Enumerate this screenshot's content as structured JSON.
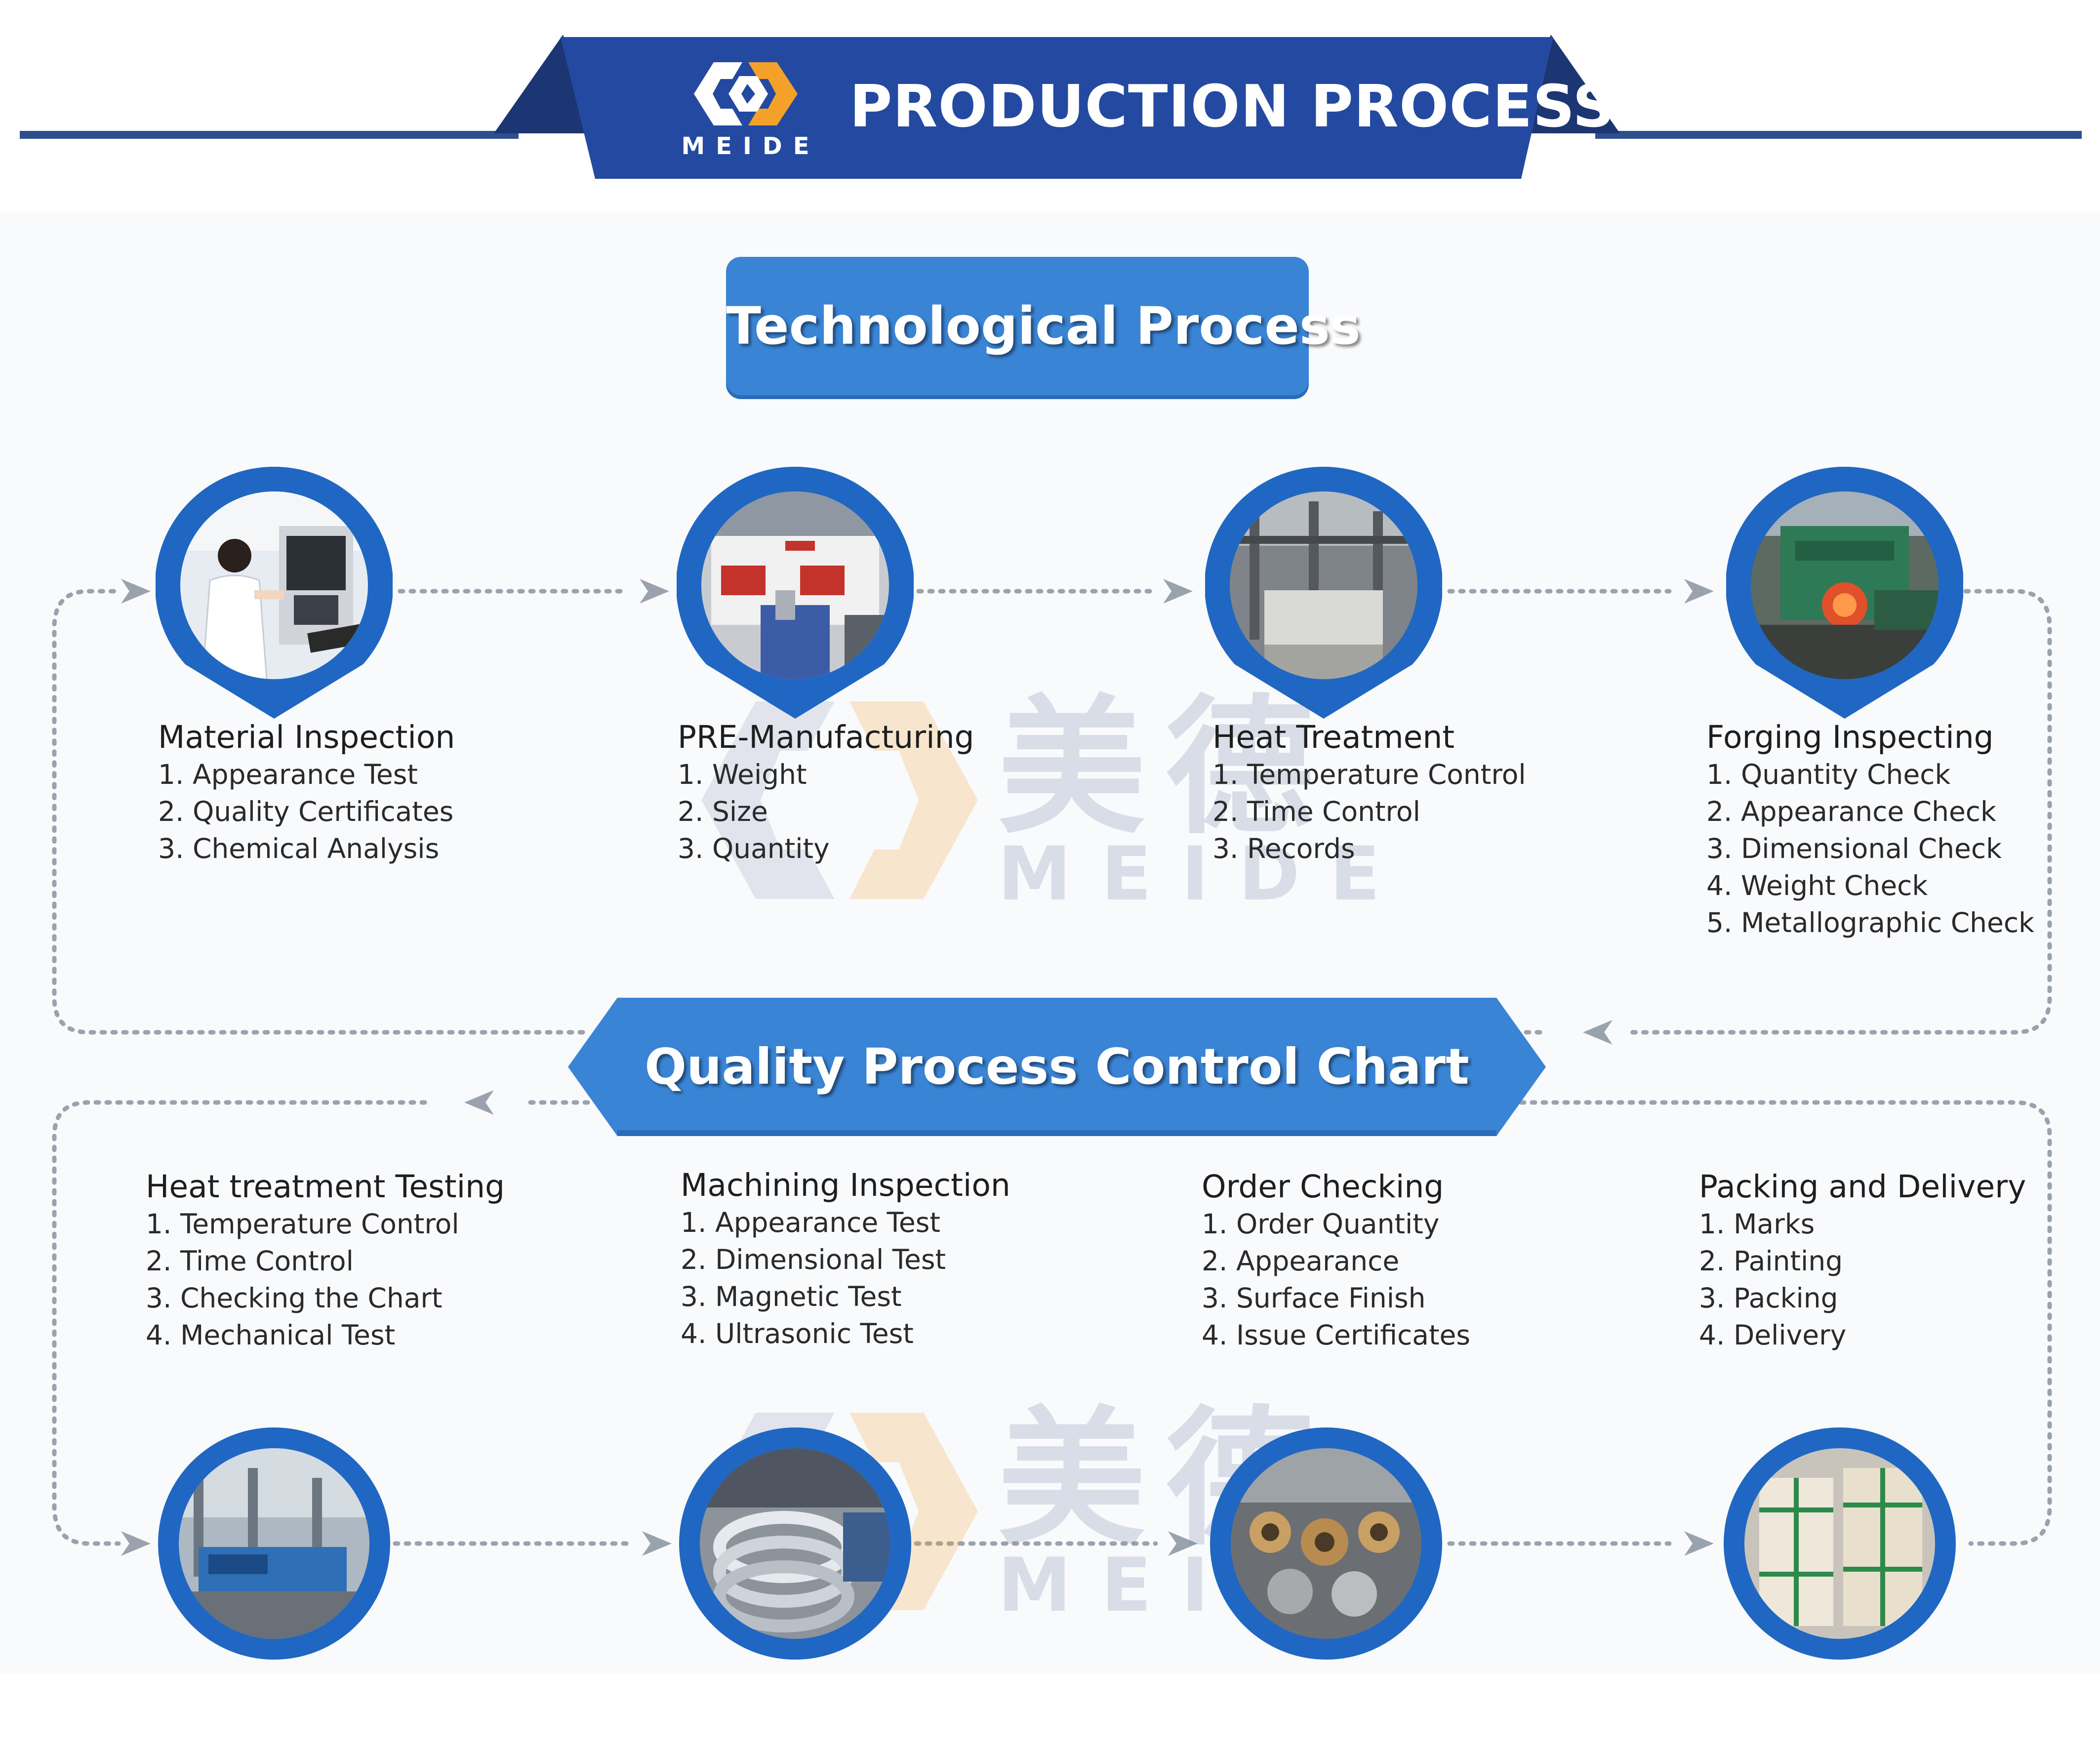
{
  "brand": {
    "name": "MEIDE",
    "watermark_cn": "美德",
    "watermark_en": "MEIDE"
  },
  "header": {
    "title": "PRODUCTION  PROCESSES"
  },
  "sections": {
    "technological": "Technological Process",
    "quality": "Quality Process Control Chart"
  },
  "top_steps": [
    {
      "title": "Material Inspection",
      "items": [
        "1. Appearance Test",
        "2. Quality Certificates",
        "3. Chemical Analysis"
      ],
      "photo": "laboratory-photo-icon"
    },
    {
      "title": "PRE-Manufacturing",
      "items": [
        "1. Weight",
        "2. Size",
        "3. Quantity"
      ],
      "photo": "cutting-machine-photo-icon"
    },
    {
      "title": "Heat Treatment",
      "items": [
        "1. Temperature Control",
        "2. Time Control",
        "3. Records"
      ],
      "photo": "furnace-photo-icon"
    },
    {
      "title": "Forging Inspecting",
      "items": [
        "1. Quantity Check",
        "2. Appearance Check",
        "3. Dimensional Check",
        "4. Weight Check",
        "5. Metallographic Check"
      ],
      "photo": "forging-press-photo-icon"
    }
  ],
  "bottom_steps": [
    {
      "title": "Heat treatment Testing",
      "items": [
        "1. Temperature Control",
        "2. Time Control",
        "3. Checking the Chart",
        "4. Mechanical Test"
      ],
      "photo": "testing-machine-photo-icon"
    },
    {
      "title": "Machining Inspection",
      "items": [
        "1. Appearance Test",
        "2. Dimensional Test",
        "3. Magnetic Test",
        "4. Ultrasonic Test"
      ],
      "photo": "machined-rings-photo-icon"
    },
    {
      "title": "Order Checking",
      "items": [
        "1. Order Quantity",
        "2. Appearance",
        "3. Surface Finish",
        "4. Issue Certificates"
      ],
      "photo": "finished-parts-photo-icon"
    },
    {
      "title": "Packing and Delivery",
      "items": [
        "1. Marks",
        "2. Painting",
        "3. Packing",
        "4. Delivery"
      ],
      "photo": "wooden-crates-photo-icon"
    }
  ],
  "colors": {
    "banner_blue": "#2449a0",
    "banner_dark": "#1b3672",
    "section_blue": "#3a84d5",
    "pin_blue": "#1f67c2",
    "logo_orange": "#f4a12a",
    "flow_line": "#9aa3ad"
  }
}
